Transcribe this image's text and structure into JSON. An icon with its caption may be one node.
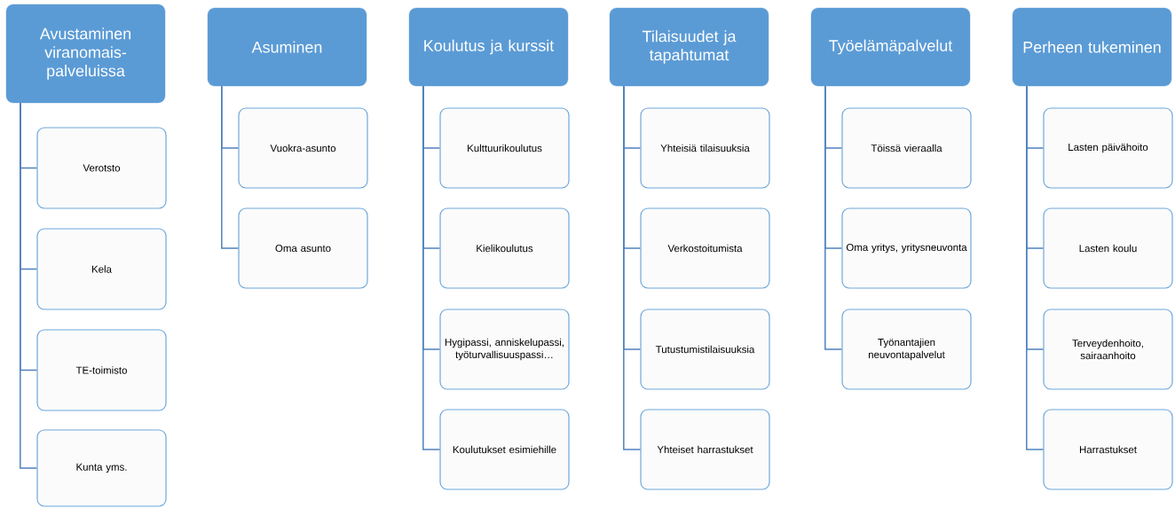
{
  "diagram": {
    "nodes": [
      {
        "text": [
          "Avustaminen viranomais-palveluissa"
        ]
      },
      {
        "text": [
          "Verotsto"
        ]
      },
      {
        "text": [
          "Kela"
        ]
      },
      {
        "text": [
          "TE-toimisto"
        ]
      },
      {
        "text": [
          "Kunta yms."
        ]
      },
      {
        "text": [
          "Asuminen"
        ]
      },
      {
        "text": [
          "Vuokra-asunto"
        ]
      },
      {
        "text": [
          "Oma asunto"
        ]
      },
      {
        "text": [
          "Koulutus ja kurssit"
        ]
      },
      {
        "text": [
          "Kulttuurikoulutus"
        ]
      },
      {
        "text": [
          "Kielikoulutus"
        ]
      },
      {
        "text": [
          "Hygipassi, anniskelupassi, työturvallisuuspassi…"
        ]
      },
      {
        "text": [
          "Koulutukset esimiehille"
        ]
      },
      {
        "text": [
          "Tilaisuudet ja tapahtumat"
        ]
      },
      {
        "text": [
          "Yhteisiä tilaisuuksia"
        ]
      },
      {
        "text": [
          "Verkostoitumista"
        ]
      },
      {
        "text": [
          "Tutustumistilaisuuksia"
        ]
      },
      {
        "text": [
          "Yhteiset harrastukset"
        ]
      },
      {
        "text": [
          "Työelämäpalvelut"
        ]
      },
      {
        "text": [
          "Töissä vieraalla"
        ]
      },
      {
        "text": [
          "Oma yritys, yritysneuvonta"
        ]
      },
      {
        "text": [
          "Työnantajien neuvontapalvelut"
        ]
      },
      {
        "text": [
          "Perheen tukeminen"
        ]
      },
      {
        "text": [
          "Lasten päivähoito"
        ]
      },
      {
        "text": [
          "Lasten koulu"
        ]
      },
      {
        "text": [
          "Terveydenhoito, sairaanhoito"
        ]
      },
      {
        "text": [
          "Harrastukset"
        ]
      }
    ],
    "edges": [
      {
        "from": 0,
        "to": 1,
        "arrow": "none"
      },
      {
        "from": 0,
        "to": 2,
        "arrow": "none"
      },
      {
        "from": 0,
        "to": 3,
        "arrow": "none"
      },
      {
        "from": 0,
        "to": 4,
        "arrow": "none"
      },
      {
        "from": 5,
        "to": 6,
        "arrow": "none"
      },
      {
        "from": 5,
        "to": 7,
        "arrow": "none"
      },
      {
        "from": 8,
        "to": 9,
        "arrow": "none"
      },
      {
        "from": 8,
        "to": 10,
        "arrow": "none"
      },
      {
        "from": 8,
        "to": 11,
        "arrow": "none"
      },
      {
        "from": 8,
        "to": 12,
        "arrow": "none"
      },
      {
        "from": 13,
        "to": 14,
        "arrow": "none"
      },
      {
        "from": 13,
        "to": 15,
        "arrow": "none"
      },
      {
        "from": 13,
        "to": 16,
        "arrow": "none"
      },
      {
        "from": 13,
        "to": 17,
        "arrow": "none"
      },
      {
        "from": 18,
        "to": 19,
        "arrow": "none"
      },
      {
        "from": 18,
        "to": 20,
        "arrow": "none"
      },
      {
        "from": 18,
        "to": 21,
        "arrow": "none"
      },
      {
        "from": 22,
        "to": 23,
        "arrow": "none"
      },
      {
        "from": 22,
        "to": 24,
        "arrow": "none"
      },
      {
        "from": 22,
        "to": 25,
        "arrow": "none"
      },
      {
        "from": 22,
        "to": 26,
        "arrow": "none"
      }
    ]
  }
}
